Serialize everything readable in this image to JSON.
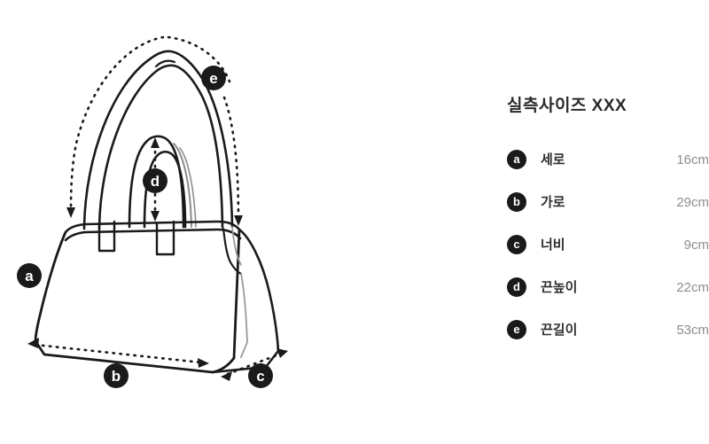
{
  "page": {
    "background_color": "#ffffff",
    "badge_color": "#1a1a1a",
    "badge_text_color": "#ffffff",
    "line_color": "#1a1a1a",
    "label_color": "#2f2f2f",
    "value_color": "#8d8d8d",
    "title_color": "#2a2a2a"
  },
  "spec": {
    "title": "실측사이즈 XXX",
    "rows": [
      {
        "key": "a",
        "label": "세로",
        "value": "16cm"
      },
      {
        "key": "b",
        "label": "가로",
        "value": "29cm"
      },
      {
        "key": "c",
        "label": "너비",
        "value": "9cm"
      },
      {
        "key": "d",
        "label": "끈높이",
        "value": "22cm"
      },
      {
        "key": "e",
        "label": "끈길이",
        "value": "53cm"
      }
    ]
  },
  "illustration": {
    "object": "handbag-line-drawing",
    "callouts": [
      {
        "key": "a",
        "measures": "세로",
        "position": "left-side-of-bag-body"
      },
      {
        "key": "b",
        "measures": "가로",
        "position": "bottom-front-edge"
      },
      {
        "key": "c",
        "measures": "너비",
        "position": "bottom-right-gusset-edge"
      },
      {
        "key": "d",
        "measures": "끈높이",
        "position": "inner-handle-vertical"
      },
      {
        "key": "e",
        "measures": "끈길이",
        "position": "outer-strap-arc"
      }
    ]
  }
}
